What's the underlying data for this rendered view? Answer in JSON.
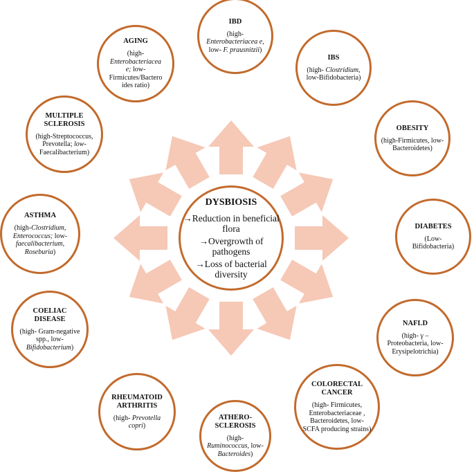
{
  "colors": {
    "arrow": "#f6c8b6",
    "border": "#c26a2c",
    "text": "#111111"
  },
  "center": {
    "title": "DYSBIOSIS",
    "lines": [
      "→Reduction in beneficial flora",
      "→Overgrowth of pathogens",
      "→Loss of bacterial diversity"
    ]
  },
  "nodes": [
    {
      "id": "ibd",
      "title": "IBD",
      "desc": [
        {
          "t": "(high-"
        },
        {
          "t": "Enterobacteriacea e",
          "i": true
        },
        {
          "t": ", low- "
        },
        {
          "t": "F. prausnitzii",
          "i": true
        },
        {
          "t": ")"
        }
      ]
    },
    {
      "id": "ibs",
      "title": "IBS",
      "desc": [
        {
          "t": "(high- "
        },
        {
          "t": "Clostridium,",
          "i": true
        },
        {
          "t": " low-Bifidobacteria)"
        }
      ]
    },
    {
      "id": "obesity",
      "title": "OBESITY",
      "desc": [
        {
          "t": "(high-Firmicutes, low-Bacteroidetes)"
        }
      ]
    },
    {
      "id": "diabetes",
      "title": "DIABETES",
      "desc": [
        {
          "t": "(Low-Bifidobacteria)"
        }
      ]
    },
    {
      "id": "nafld",
      "title": "NAFLD",
      "desc": [
        {
          "t": "(high- γ –Proteobacteria, low-Erysipelotrichia)"
        }
      ]
    },
    {
      "id": "colorectal",
      "title": "COLORECTAL CANCER",
      "desc": [
        {
          "t": "(high- Firmicutes, Enterobacteriaceae , Bacteroidetes, low-SCFA producing strains)"
        }
      ]
    },
    {
      "id": "athero",
      "title": "ATHERO-SCLEROSIS",
      "desc": [
        {
          "t": "(high-"
        },
        {
          "t": "Ruminococcus",
          "i": true
        },
        {
          "t": ", low-"
        },
        {
          "t": "Bacteroides",
          "i": true
        },
        {
          "t": ")"
        }
      ]
    },
    {
      "id": "ra",
      "title": "RHEUMATOID ARTHRITIS",
      "desc": [
        {
          "t": "(high- "
        },
        {
          "t": "Prevotella copri",
          "i": true
        },
        {
          "t": ")"
        }
      ]
    },
    {
      "id": "coeliac",
      "title": "COELIAC DISEASE",
      "desc": [
        {
          "t": "(high- Gram-negative spp., low-"
        },
        {
          "t": "Bifidobacterium",
          "i": true
        },
        {
          "t": ")"
        }
      ]
    },
    {
      "id": "asthma",
      "title": "ASTHMA",
      "desc": [
        {
          "t": "(high-"
        },
        {
          "t": "Clostridium, Enterococcus;",
          "i": true
        },
        {
          "t": " low-"
        },
        {
          "t": "faecalibacterium, Roseburia",
          "i": true
        },
        {
          "t": ")"
        }
      ]
    },
    {
      "id": "ms",
      "title": "MULTIPLE SCLEROSIS",
      "desc": [
        {
          "t": "(high-Streptococcus, Prevotella; "
        },
        {
          "t": "low-",
          "i": true
        },
        {
          "t": "Faecalibacterium)"
        }
      ]
    },
    {
      "id": "aging",
      "title": "AGING",
      "desc": [
        {
          "t": "(high-"
        },
        {
          "t": "Enterobacteriacea e;",
          "i": true
        },
        {
          "t": " low-Firmicutes/Bactero ides ratio)"
        }
      ]
    }
  ]
}
